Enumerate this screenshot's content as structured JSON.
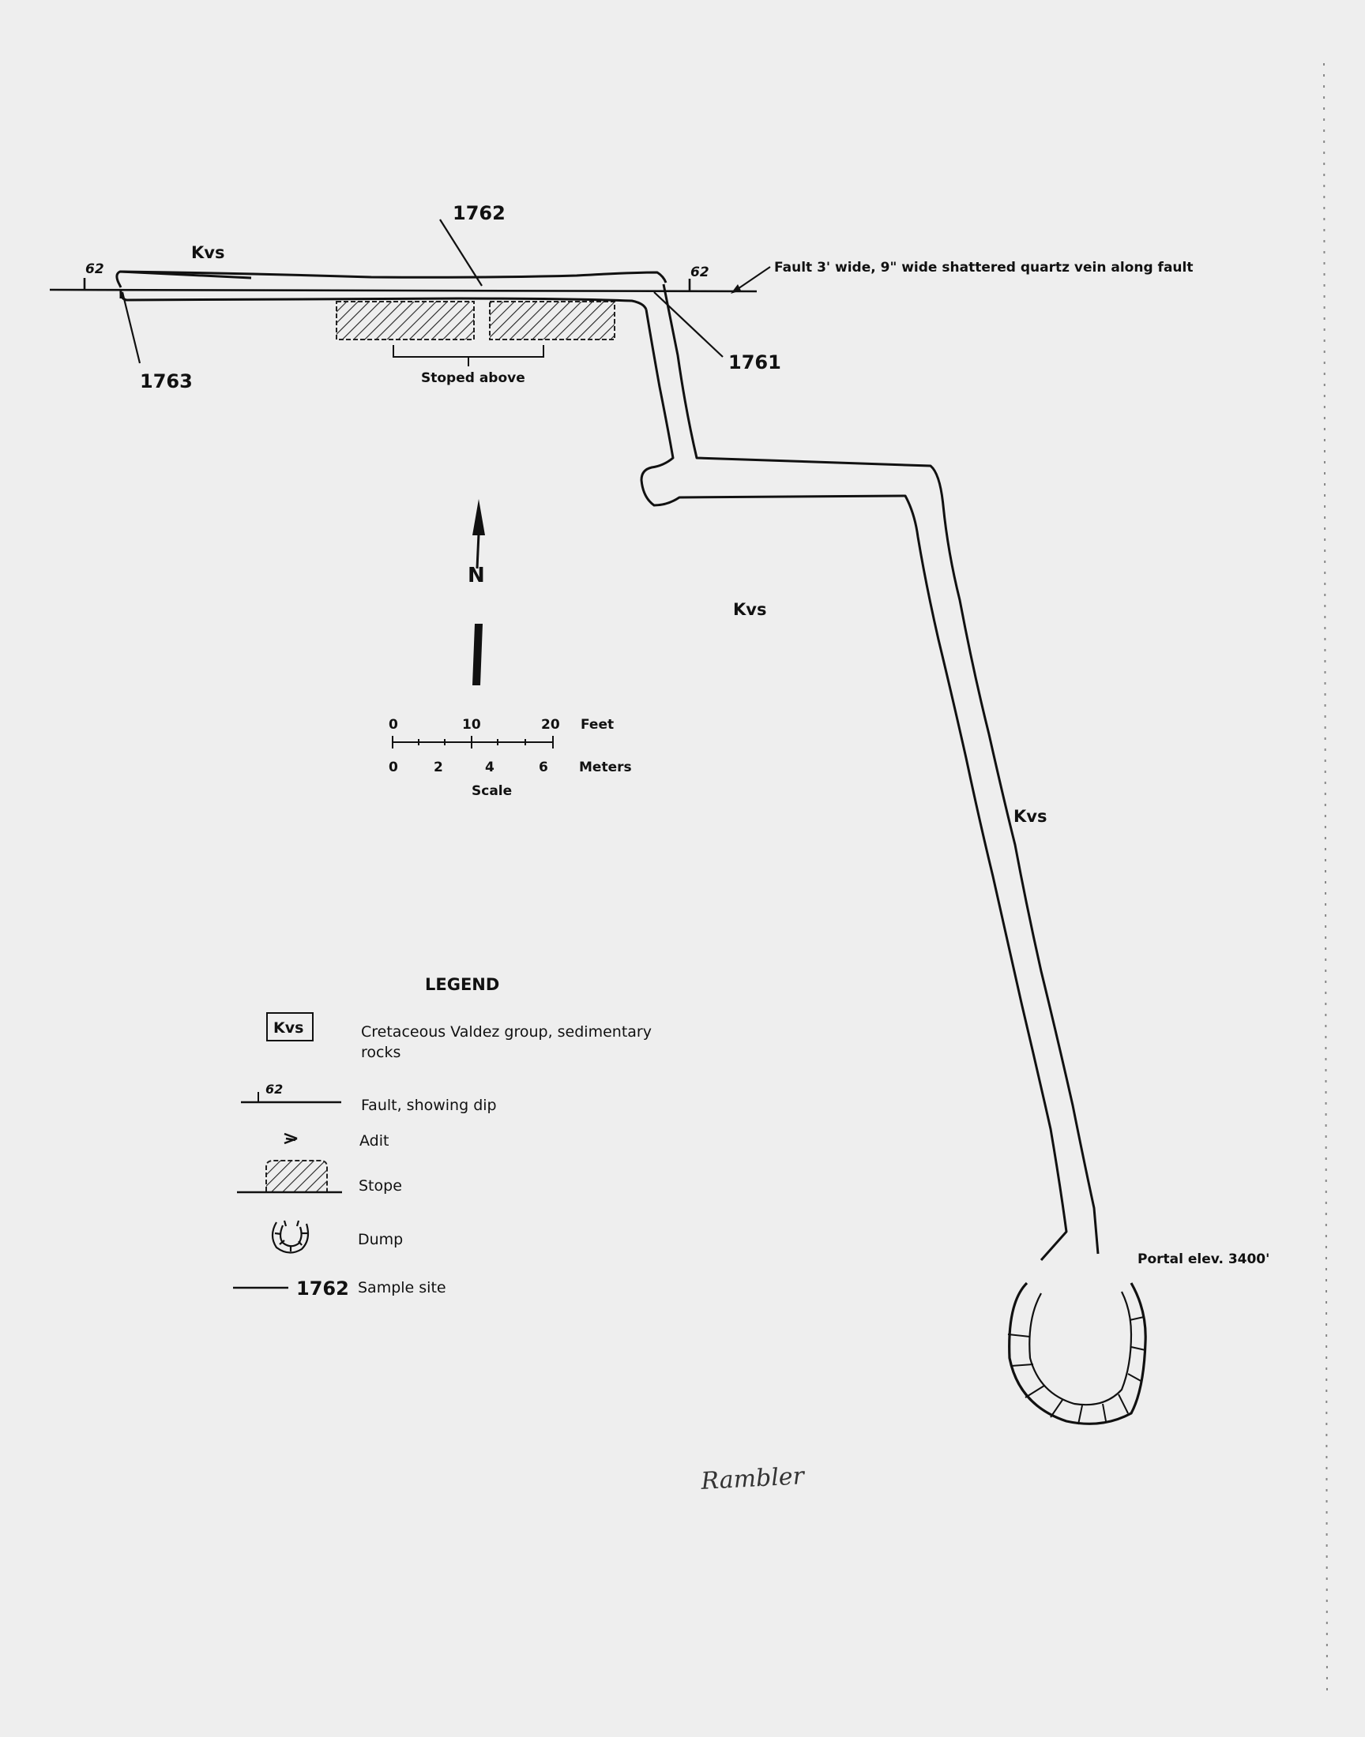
{
  "map": {
    "geology_unit": "Kvs",
    "fault": {
      "dip": "62",
      "note": "Fault 3' wide, 9\" wide shattered quartz vein along fault"
    },
    "samples": [
      "1761",
      "1762",
      "1763"
    ],
    "stope_label": "Stoped above",
    "portal_label": "Portal elev. 3400'",
    "north_label": "N",
    "handwritten": "Rambler"
  },
  "scale": {
    "feet_ticks": [
      "0",
      "10",
      "20"
    ],
    "feet_label": "Feet",
    "meter_ticks": [
      "0",
      "2",
      "4",
      "6"
    ],
    "meter_label": "Meters",
    "caption": "Scale"
  },
  "legend": {
    "title": "LEGEND",
    "items": [
      {
        "symbol": "Kvs",
        "label_line1": "Cretaceous Valdez group, sedimentary",
        "label_line2": "rocks"
      },
      {
        "symbol": "62",
        "label": "Fault, showing dip"
      },
      {
        "symbol": "adit",
        "label": "Adit"
      },
      {
        "symbol": "stope",
        "label": "Stope"
      },
      {
        "symbol": "dump",
        "label": "Dump"
      },
      {
        "symbol": "1762",
        "label": "Sample site"
      }
    ]
  }
}
